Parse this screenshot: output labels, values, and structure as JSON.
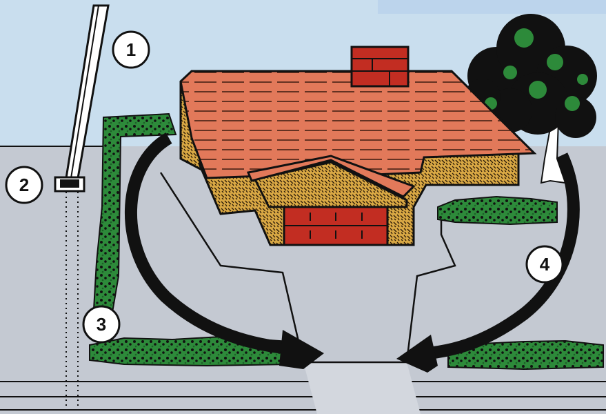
{
  "scene": {
    "colors": {
      "sky": "#c9deee",
      "ground": "#c4c9d2",
      "roof": "#e2795a",
      "brick": "#c22d22",
      "wall": "#d9a844",
      "hedge": "#2d8a3a",
      "outline": "#111111"
    },
    "icons": {
      "house": "house-icon",
      "tree": "tree-icon",
      "utility_pole": "utility-pole-icon",
      "arrow": "curved-arrow-icon"
    }
  },
  "callouts": [
    {
      "number": "1"
    },
    {
      "number": "2"
    },
    {
      "number": "3"
    },
    {
      "number": "4"
    }
  ]
}
